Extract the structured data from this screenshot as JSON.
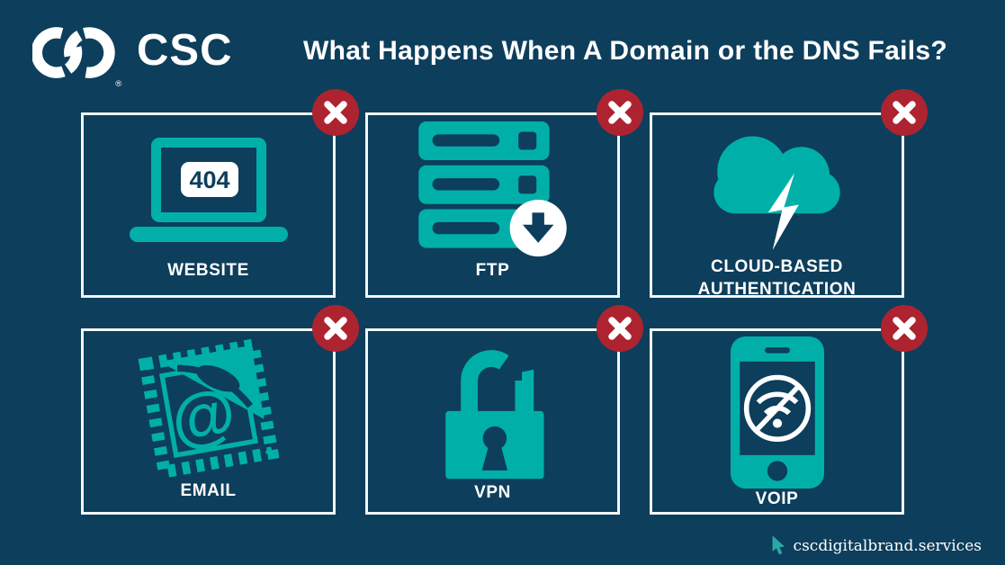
{
  "colors": {
    "background": "#0d3e5c",
    "accent_teal": "#00b0a8",
    "error_red": "#ae2330",
    "text_white": "#ffffff"
  },
  "header": {
    "logo_text": "CSC",
    "registered_mark": "®",
    "title": "What Happens When A Domain or the DNS Fails?"
  },
  "panels": [
    {
      "label": "WEBSITE",
      "icon": "laptop-404-icon",
      "status": "failed",
      "error_code": "404"
    },
    {
      "label": "FTP",
      "icon": "server-download-icon",
      "status": "failed"
    },
    {
      "label": "CLOUD-BASED AUTHENTICATION",
      "icon": "cloud-lightning-icon",
      "status": "failed"
    },
    {
      "label": "EMAIL",
      "icon": "email-stamp-icon",
      "status": "failed"
    },
    {
      "label": "VPN",
      "icon": "broken-padlock-icon",
      "status": "failed"
    },
    {
      "label": "VOIP",
      "icon": "phone-no-signal-icon",
      "status": "failed"
    }
  ],
  "footer": {
    "url": "cscdigitalbrand.services"
  }
}
